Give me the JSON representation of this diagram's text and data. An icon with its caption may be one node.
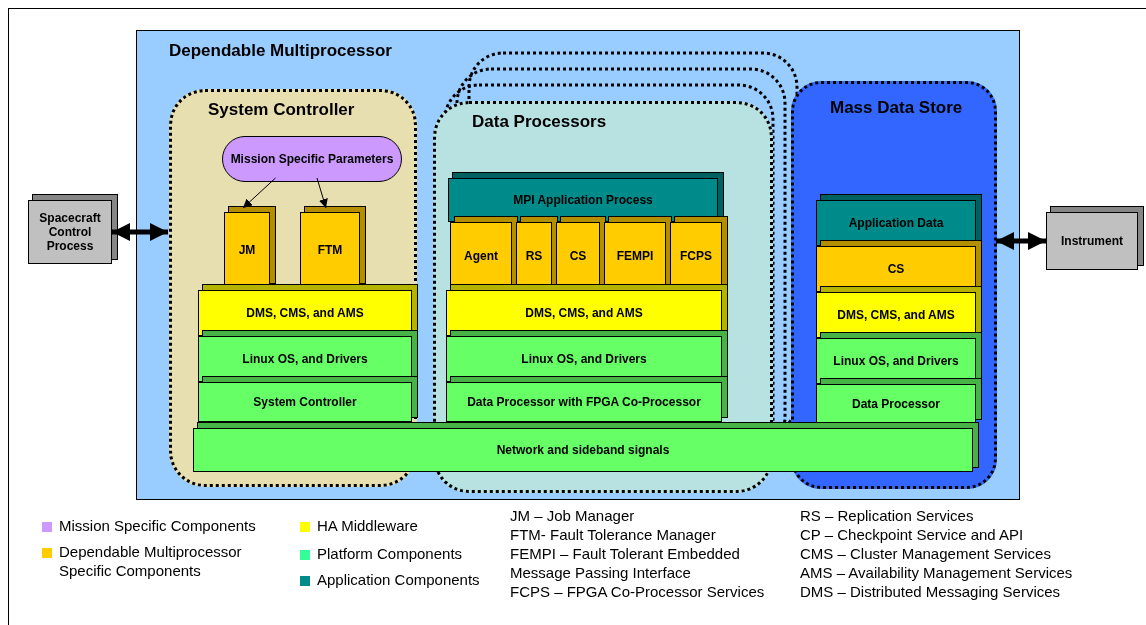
{
  "diagram": {
    "nodes": [
      {
        "text": [
          "Spacecraft Control Process"
        ]
      },
      {
        "text": [
          "Dependable Multiprocessor"
        ]
      },
      {
        "text": [
          "System Controller"
        ],
        "in": 1
      },
      {
        "text": [
          "Mission Specific Parameters"
        ],
        "in": 2
      },
      {
        "text": [
          "JM"
        ],
        "in": 2
      },
      {
        "text": [
          "FTM"
        ],
        "in": 2
      },
      {
        "text": [
          "DMS, CMS, and AMS"
        ],
        "in": 2
      },
      {
        "text": [
          "Linux OS, and Drivers"
        ],
        "in": 2
      },
      {
        "text": [
          "System Controller"
        ],
        "in": 2
      },
      {
        "text": [
          "Data Processors"
        ],
        "in": 1
      },
      {
        "text": [
          "MPI Application Process"
        ],
        "in": 9
      },
      {
        "text": [
          "Agent"
        ],
        "in": 9
      },
      {
        "text": [
          "RS"
        ],
        "in": 9
      },
      {
        "text": [
          "CS"
        ],
        "in": 9
      },
      {
        "text": [
          "FEMPI"
        ],
        "in": 9
      },
      {
        "text": [
          "FCPS"
        ],
        "in": 9
      },
      {
        "text": [
          "DMS, CMS, and AMS"
        ],
        "in": 9
      },
      {
        "text": [
          "Linux OS, and Drivers"
        ],
        "in": 9
      },
      {
        "text": [
          "Data Processor with FPGA Co-Processor"
        ],
        "in": 9
      },
      {
        "text": [
          "Mass Data Store"
        ],
        "in": 1
      },
      {
        "text": [
          "Application Data"
        ],
        "in": 19
      },
      {
        "text": [
          "CS"
        ],
        "in": 19
      },
      {
        "text": [
          "DMS, CMS, and AMS"
        ],
        "in": 19
      },
      {
        "text": [
          "Linux OS, and Drivers"
        ],
        "in": 19
      },
      {
        "text": [
          "Data Processor"
        ],
        "in": 19
      },
      {
        "text": [
          "Network and sideband signals"
        ],
        "in": 1
      },
      {
        "text": [
          "Instrument"
        ]
      }
    ],
    "edges": [
      {
        "from": 0,
        "to": 2,
        "arrow": "both",
        "style": "thick"
      },
      {
        "from": 3,
        "to": 4,
        "arrow": "to"
      },
      {
        "from": 3,
        "to": 5,
        "arrow": "to"
      },
      {
        "from": 19,
        "to": 26,
        "arrow": "both",
        "style": "thick"
      }
    ],
    "labels": [
      "JM – Job Manager",
      "FTM- Fault Tolerance Manager",
      "FEMPI – Fault Tolerant Embedded Message Passing Interface",
      "FCPS – FPGA Co-Processor Services",
      "RS – Replication Services",
      "CP – Checkpoint Service and API",
      "CMS – Cluster Management Services",
      "AMS – Availability Management Services",
      "DMS – Distributed Messaging Services"
    ],
    "legend": [
      {
        "text": "Mission Specific Components",
        "color": "#cc99ff"
      },
      {
        "text": "Dependable Multiprocessor Specific Components",
        "color": "#ffcc00"
      },
      {
        "text": "HA Middleware",
        "color": "#ffff00"
      },
      {
        "text": "Platform Components",
        "color": "#33ff99"
      },
      {
        "text": "Application Components",
        "color": "#008b8b"
      }
    ]
  }
}
